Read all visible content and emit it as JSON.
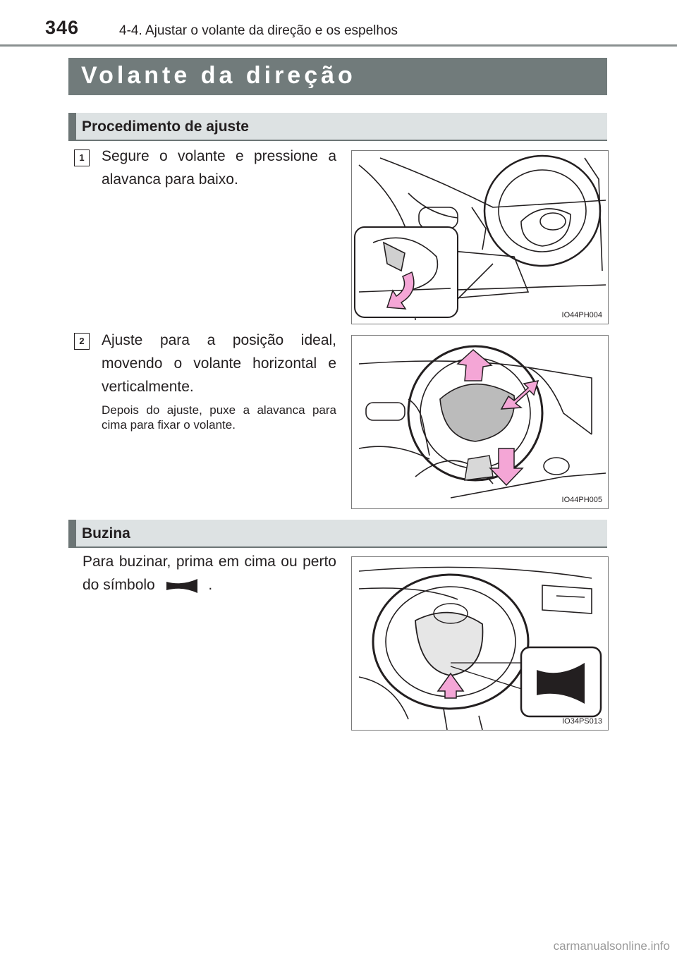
{
  "header": {
    "page_number": "346",
    "running_title": "4-4. Ajustar o volante da direção e os espelhos"
  },
  "main_title": "Volante da direção",
  "sections": {
    "adjust": {
      "title": "Procedimento de ajuste",
      "steps": [
        {
          "number": "1",
          "text": "Segure o volante e pressione a alavanca para baixo.",
          "figure_code": "IO44PH004"
        },
        {
          "number": "2",
          "text": "Ajuste para a posição ideal, movendo o volante horizontal e verticalmente.",
          "note": "Depois do ajuste, puxe a alavanca para cima para fixar o volante.",
          "figure_code": "IO44PH005"
        }
      ]
    },
    "horn": {
      "title": "Buzina",
      "text_before": "Para buzinar, prima em cima ou perto do símbolo",
      "text_after": ".",
      "figure_code": "IO34PS013"
    }
  },
  "figure_colors": {
    "arrow": "#f4a6d6",
    "arrow_outline": "#231f20"
  },
  "footer": {
    "watermark": "carmanualsonline.info"
  }
}
